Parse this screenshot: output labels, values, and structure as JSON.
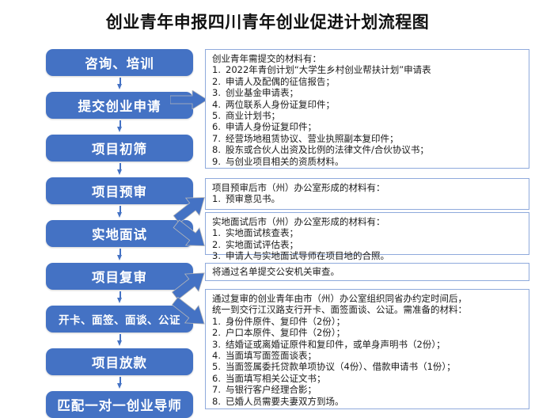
{
  "title": "创业青年申报四川青年创业促进计划流程图",
  "colors": {
    "box_fill": "#4472c4",
    "box_text": "#ffffff",
    "arrow": "#4472c4",
    "panel_border": "#8faadc",
    "panel_bg": "#ffffff",
    "title_text": "#111111"
  },
  "flow": {
    "steps": [
      {
        "label": "咨询、培训",
        "style": "large"
      },
      {
        "label": "提交创业申请",
        "style": "large"
      },
      {
        "label": "项目初筛",
        "style": "large"
      },
      {
        "label": "项目预审",
        "style": "large"
      },
      {
        "label": "实地面试",
        "style": "large"
      },
      {
        "label": "项目复审",
        "style": "large"
      },
      {
        "label": "开卡、面签、面谈、公证",
        "style": "small"
      },
      {
        "label": "项目放款",
        "style": "large"
      },
      {
        "label": "匹配一对一创业导师",
        "style": "large"
      }
    ]
  },
  "panels": [
    {
      "id": "materials-to-submit",
      "head": "创业青年需提交的材料有：",
      "items": [
        "2022年青创计划“大学生乡村创业帮扶计划”申请表",
        "申请人及配偶的征信报告；",
        "创业基金申请表；",
        "两位联系人身份证复印件；",
        "商业计划书；",
        "申请人身份证复印件；",
        "经营场地租赁协议、营业执照副本复印件；",
        "股东或合伙人出资及比例的法律文件/合伙协议书；",
        "与创业项目相关的资质材料。"
      ]
    },
    {
      "id": "pre-review-materials",
      "head": "项目预审后市（州）办公室形成的材料有：",
      "items": [
        "预审意见书。"
      ]
    },
    {
      "id": "onsite-interview-materials",
      "head": "实地面试后市（州）办公室形成的材料有：",
      "items": [
        "实地面试核查表；",
        "实地面试评估表；",
        "申请人与实地面试导师在项目地的合照。"
      ]
    },
    {
      "id": "police-review",
      "head": "将通过名单提交公安机关审查。",
      "items": []
    },
    {
      "id": "bank-card-materials",
      "head": "",
      "paragraphs": [
        "通过复审的创业青年由市（州）办公室组织同省办约定时间后，",
        "统一到交行江汉路支行开卡、面签面谈、公证。需准备的材料："
      ],
      "items": [
        "身份件原件、复印件（2份）；",
        "户口本原件、复印件（2份）；",
        "结婚证或离婚证原件和复印件，或单身声明书（2份）；",
        "当面填写面签面谈表；",
        "当面签属委托贷款单项协议（4份）、借款申请书（1份）；",
        "当面填写相关公证文书；",
        "与银行客户经理合影；",
        "已婚人员需要夫妻双方到场。"
      ]
    }
  ],
  "connectors": [
    {
      "name": "arrow-submit-to-materials",
      "kind": "right"
    },
    {
      "name": "arrow-up-to-pre-review",
      "kind": "up-right"
    },
    {
      "name": "arrow-down-to-onsite",
      "kind": "down-right"
    },
    {
      "name": "arrow-up-to-police",
      "kind": "up-right"
    },
    {
      "name": "arrow-down-to-bank",
      "kind": "down-right"
    }
  ]
}
